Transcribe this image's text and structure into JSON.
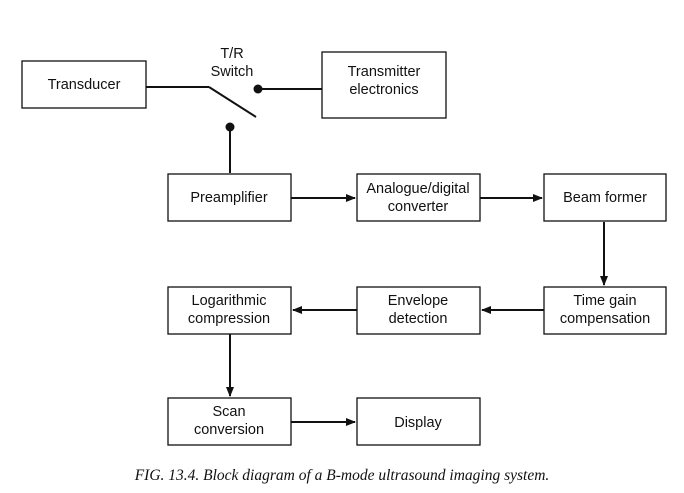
{
  "diagram": {
    "blocks": {
      "transducer": [
        "Transducer"
      ],
      "tr_switch": [
        "T/R",
        "Switch"
      ],
      "transmitter": [
        "Transmitter",
        "electronics"
      ],
      "preamplifier": [
        "Preamplifier"
      ],
      "adc": [
        "Analogue/digital",
        "converter"
      ],
      "beam_former": [
        "Beam former"
      ],
      "tgc": [
        "Time gain",
        "compensation"
      ],
      "envelope": [
        "Envelope",
        "detection"
      ],
      "log_compression": [
        "Logarithmic",
        "compression"
      ],
      "scan_conversion": [
        "Scan",
        "conversion"
      ],
      "display": [
        "Display"
      ]
    },
    "connections": [
      {
        "from": "transducer",
        "to": "tr_switch",
        "arrow": false
      },
      {
        "from": "transmitter",
        "to": "tr_switch",
        "arrow": false
      },
      {
        "from": "tr_switch",
        "to": "preamplifier",
        "arrow": false
      },
      {
        "from": "preamplifier",
        "to": "adc",
        "arrow": true
      },
      {
        "from": "adc",
        "to": "beam_former",
        "arrow": true
      },
      {
        "from": "beam_former",
        "to": "tgc",
        "arrow": true
      },
      {
        "from": "tgc",
        "to": "envelope",
        "arrow": true
      },
      {
        "from": "envelope",
        "to": "log_compression",
        "arrow": true
      },
      {
        "from": "log_compression",
        "to": "scan_conversion",
        "arrow": true
      },
      {
        "from": "scan_conversion",
        "to": "display",
        "arrow": true
      }
    ]
  },
  "caption": "FIG. 13.4.  Block diagram of a B-mode ultrasound imaging system."
}
